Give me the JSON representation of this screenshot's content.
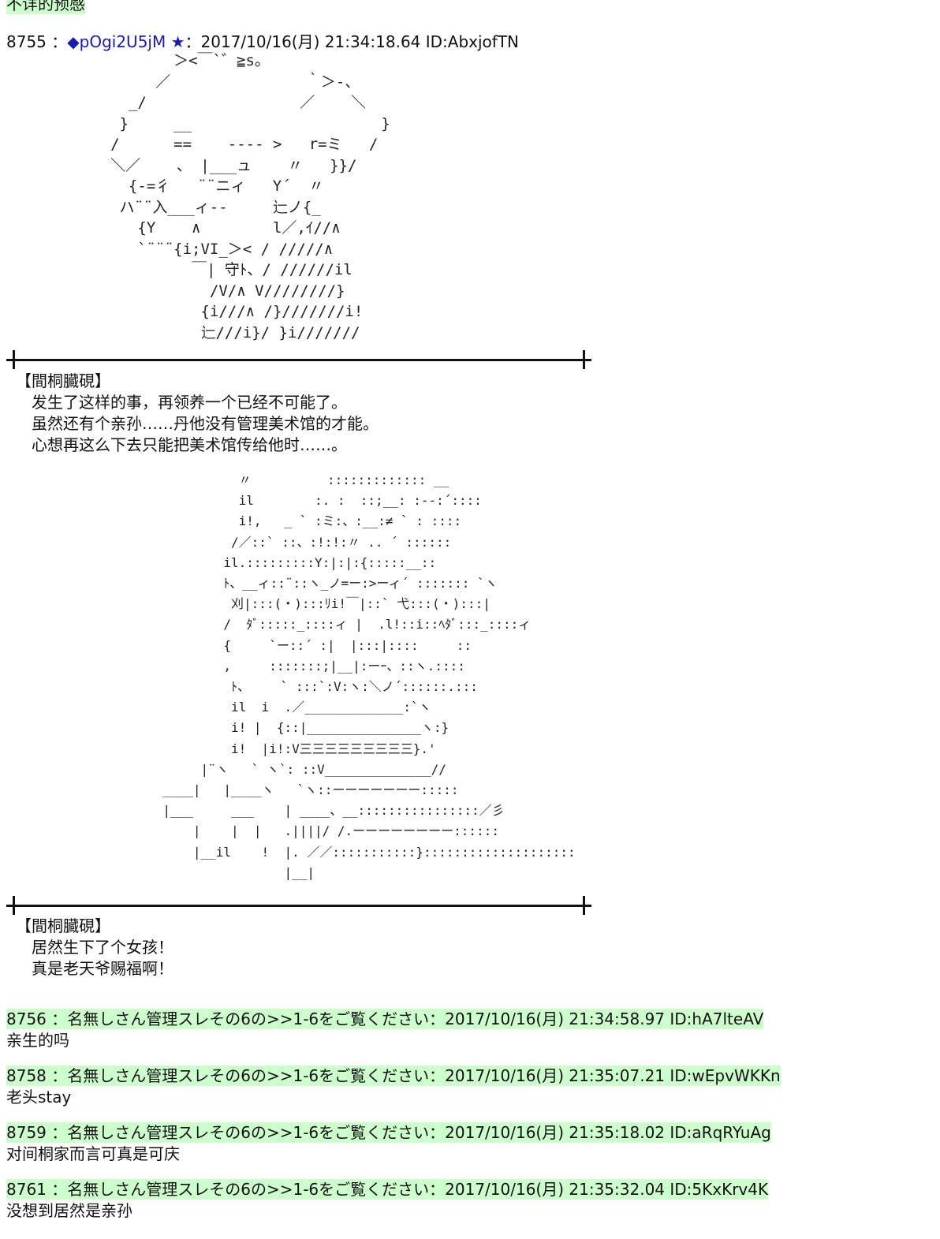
{
  "top_fragment": "不详的预感",
  "post_8755": {
    "header_prefix": "8755 ：",
    "trip": "◆pOgi2U5jM ★",
    "header_suffix": "：2017/10/16(月) 21:34:18.64 ID:AbxjofTN",
    "ascii_art_1": "              ＞<￣`゛≧s。\n            ／               ｀＞-、\n         _/                 ／    ＼\n        }     __                     }\n       /      ==    ---- >   r=ミ   /\n       ＼／    、 |___ュ    〃   }}/\n         {-=彳   ¨¨ニィ   Y´  〃\n        ハ¨¨入___ィ--     辷ノ{_\n          {Y    ∧        l／,ｲ//∧\n          `¨¨¨{i;VI_＞< / /////∧\n                ￣| 守ﾄ、/ //////il\n                  /V/∧ V////////}\n                 {i///∧ /}///////i!\n                 辷///i}/ }i///////",
    "speaker_1": "【間桐臓硯】",
    "dialogue_1": [
      "发生了这样的事，再领养一个已经不可能了。",
      "虽然还有个亲孙……丹他没有管理美术馆的才能。",
      "心想再这么下去只能把美术馆传给他时……。"
    ],
    "ascii_art_2": "                    〃          ::::::::::::: __\n                    il        :. :  ::;__: :--:´::::\n                    i!,   _ ` :ミ:、:__:≠ ` : ::::\n                   /／::` ::、:!:!:〃 .. ´ ::::::\n                  il.:::::::::Y:|:|:{:::::__::\n                  ﾄ、__ィ::¨::ヽ_ノ=ー:>ーィ´ ::::::: `ヽ\n                   刈|:::(・):::ﾘi!￣|::` 弋:::(・):::|\n                  /  ﾀﾞ:::::_::::ィ |  .l!::i::ﾍﾀﾞ:::_::::ィ\n                  {     `ー::´ :|  |:::|::::     ::\n                  ,     :::::::;|__|:ーｰ、::ヽ.::::\n                   ﾄ、    ` :::`:V:ヽ:＼ノ´::::::.:::\n                   il  i  .／_____________:`ヽ\n                   i! |  {::|_______________ヽ:}\n                   i!  |i!:V三三三三三三三三三}.'\n               |¨ヽ   ` ヽ`: ::V______________//\n          ____|   |____ヽ   `ヽ::ーーーーーーー:::::\n          |___     ___    | ____、__::::::::::::::::／彡\n              |    |  |   .||||/ /.ーーーーーーーー::::::\n              |__il    !  |. ／／:::::::::::}::::::::::::::::::::\n                          |__|",
    "speaker_2": "【間桐臓硯】",
    "dialogue_2": [
      "居然生下了个女孩！",
      "真是老天爷赐福啊！"
    ]
  },
  "replies": [
    {
      "header": "8756 ：名無しさん管理スレその6の>>1-6をご覧ください：2017/10/16(月) 21:34:58.97 ID:hA7lteAV",
      "body": "亲生的吗"
    },
    {
      "header": "8758 ：名無しさん管理スレその6の>>1-6をご覧ください：2017/10/16(月) 21:35:07.21 ID:wEpvWKKn",
      "body": "老头stay"
    },
    {
      "header": "8759 ：名無しさん管理スレその6の>>1-6をご覧ください：2017/10/16(月) 21:35:18.02 ID:aRqRYuAg",
      "body": "对间桐家而言可真是可庆"
    },
    {
      "header": "8761 ：名無しさん管理スレその6の>>1-6をご覧ください：2017/10/16(月) 21:35:32.04 ID:5KxKrv4K",
      "body": "没想到居然是亲孙"
    }
  ]
}
